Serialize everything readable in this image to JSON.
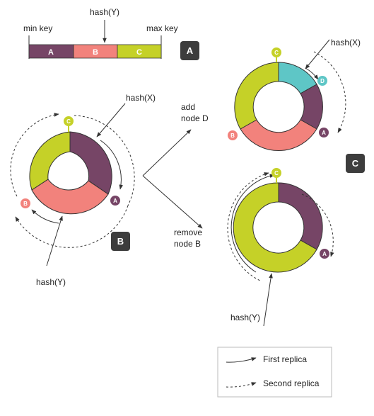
{
  "colors": {
    "a": "#764566",
    "b": "#f2827c",
    "c": "#c5d128",
    "d": "#5ec6c6",
    "badge": "#3d3d3d",
    "arrow": "#333333"
  },
  "part_a": {
    "badge": "A",
    "min_key": "min key",
    "max_key": "max key",
    "hash_label": "hash(Y)",
    "segments": [
      "A",
      "B",
      "C"
    ]
  },
  "part_b": {
    "badge": "B",
    "hash_x": "hash(X)",
    "hash_y": "hash(Y)",
    "nodes": [
      "A",
      "B",
      "C"
    ]
  },
  "part_c": {
    "badge": "C",
    "add_node_line1": "add",
    "add_node_line2": "node D",
    "remove_node_line1": "remove",
    "remove_node_line2": "node B",
    "top_hash_x": "hash(X)",
    "top_nodes": [
      "A",
      "B",
      "C",
      "D"
    ],
    "bottom_hash_y": "hash(Y)",
    "bottom_nodes": [
      "A",
      "C"
    ]
  },
  "legend": {
    "first_replica": "First replica",
    "second_replica": "Second replica"
  }
}
